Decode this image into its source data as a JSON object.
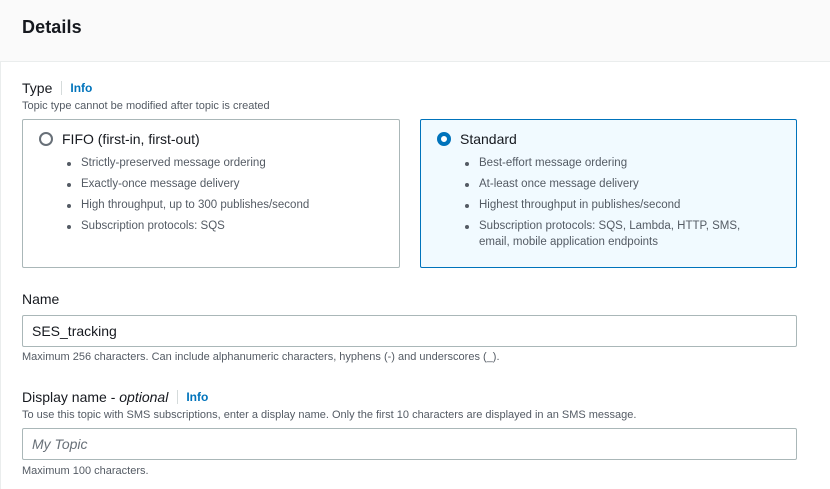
{
  "section": {
    "title": "Details"
  },
  "type_field": {
    "label": "Type",
    "info": "Info",
    "hint": "Topic type cannot be modified after topic is created",
    "options": [
      {
        "title": "FIFO (first-in, first-out)",
        "selected": false,
        "bullets": [
          "Strictly-preserved message ordering",
          "Exactly-once message delivery",
          "High throughput, up to 300 publishes/second",
          "Subscription protocols: SQS"
        ]
      },
      {
        "title": "Standard",
        "selected": true,
        "bullets": [
          "Best-effort message ordering",
          "At-least once message delivery",
          "Highest throughput in publishes/second",
          "Subscription protocols: SQS, Lambda, HTTP, SMS, email, mobile application endpoints"
        ]
      }
    ]
  },
  "name_field": {
    "label": "Name",
    "value": "SES_tracking",
    "hint": "Maximum 256 characters. Can include alphanumeric characters, hyphens (-) and underscores (_)."
  },
  "display_name_field": {
    "label": "Display name - ",
    "label_optional": "optional",
    "info": "Info",
    "description": "To use this topic with SMS subscriptions, enter a display name. Only the first 10 characters are displayed in an SMS message.",
    "placeholder": "My Topic",
    "value": "",
    "hint": "Maximum 100 characters."
  },
  "colors": {
    "accent": "#0073bb",
    "text": "#16191f",
    "secondary_text": "#545b64",
    "border": "#aab7b8",
    "selected_bg": "#f1faff"
  }
}
